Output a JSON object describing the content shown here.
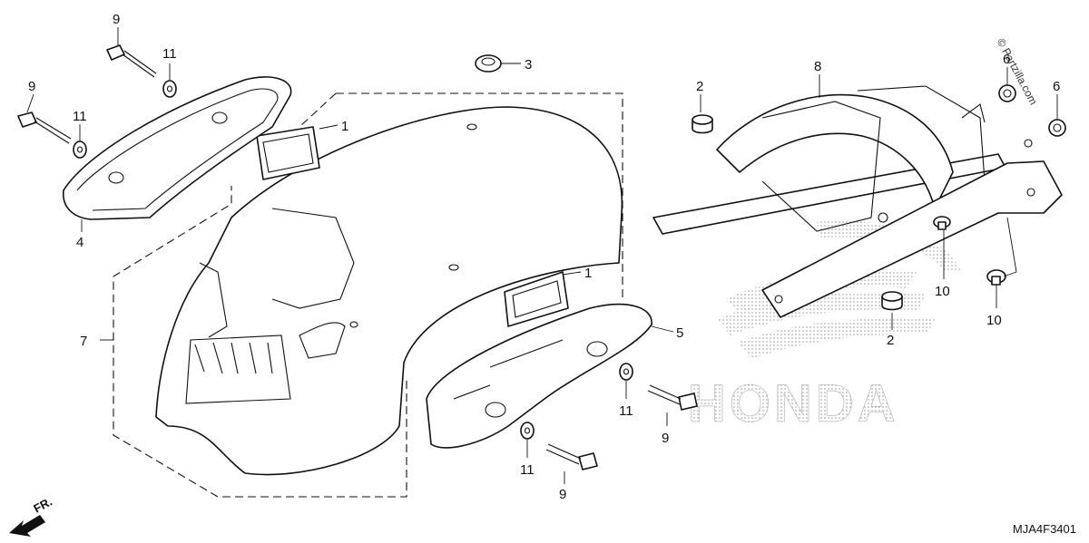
{
  "diagram": {
    "callouts": [
      "1",
      "1",
      "2",
      "2",
      "3",
      "4",
      "5",
      "6",
      "6",
      "7",
      "8",
      "9",
      "9",
      "9",
      "9",
      "10",
      "10",
      "11",
      "11",
      "11",
      "11"
    ],
    "direction_label": "FR.",
    "diagram_code": "MJA4F3401",
    "copyright": "© Partzilla.com",
    "watermark": "HONDA"
  }
}
